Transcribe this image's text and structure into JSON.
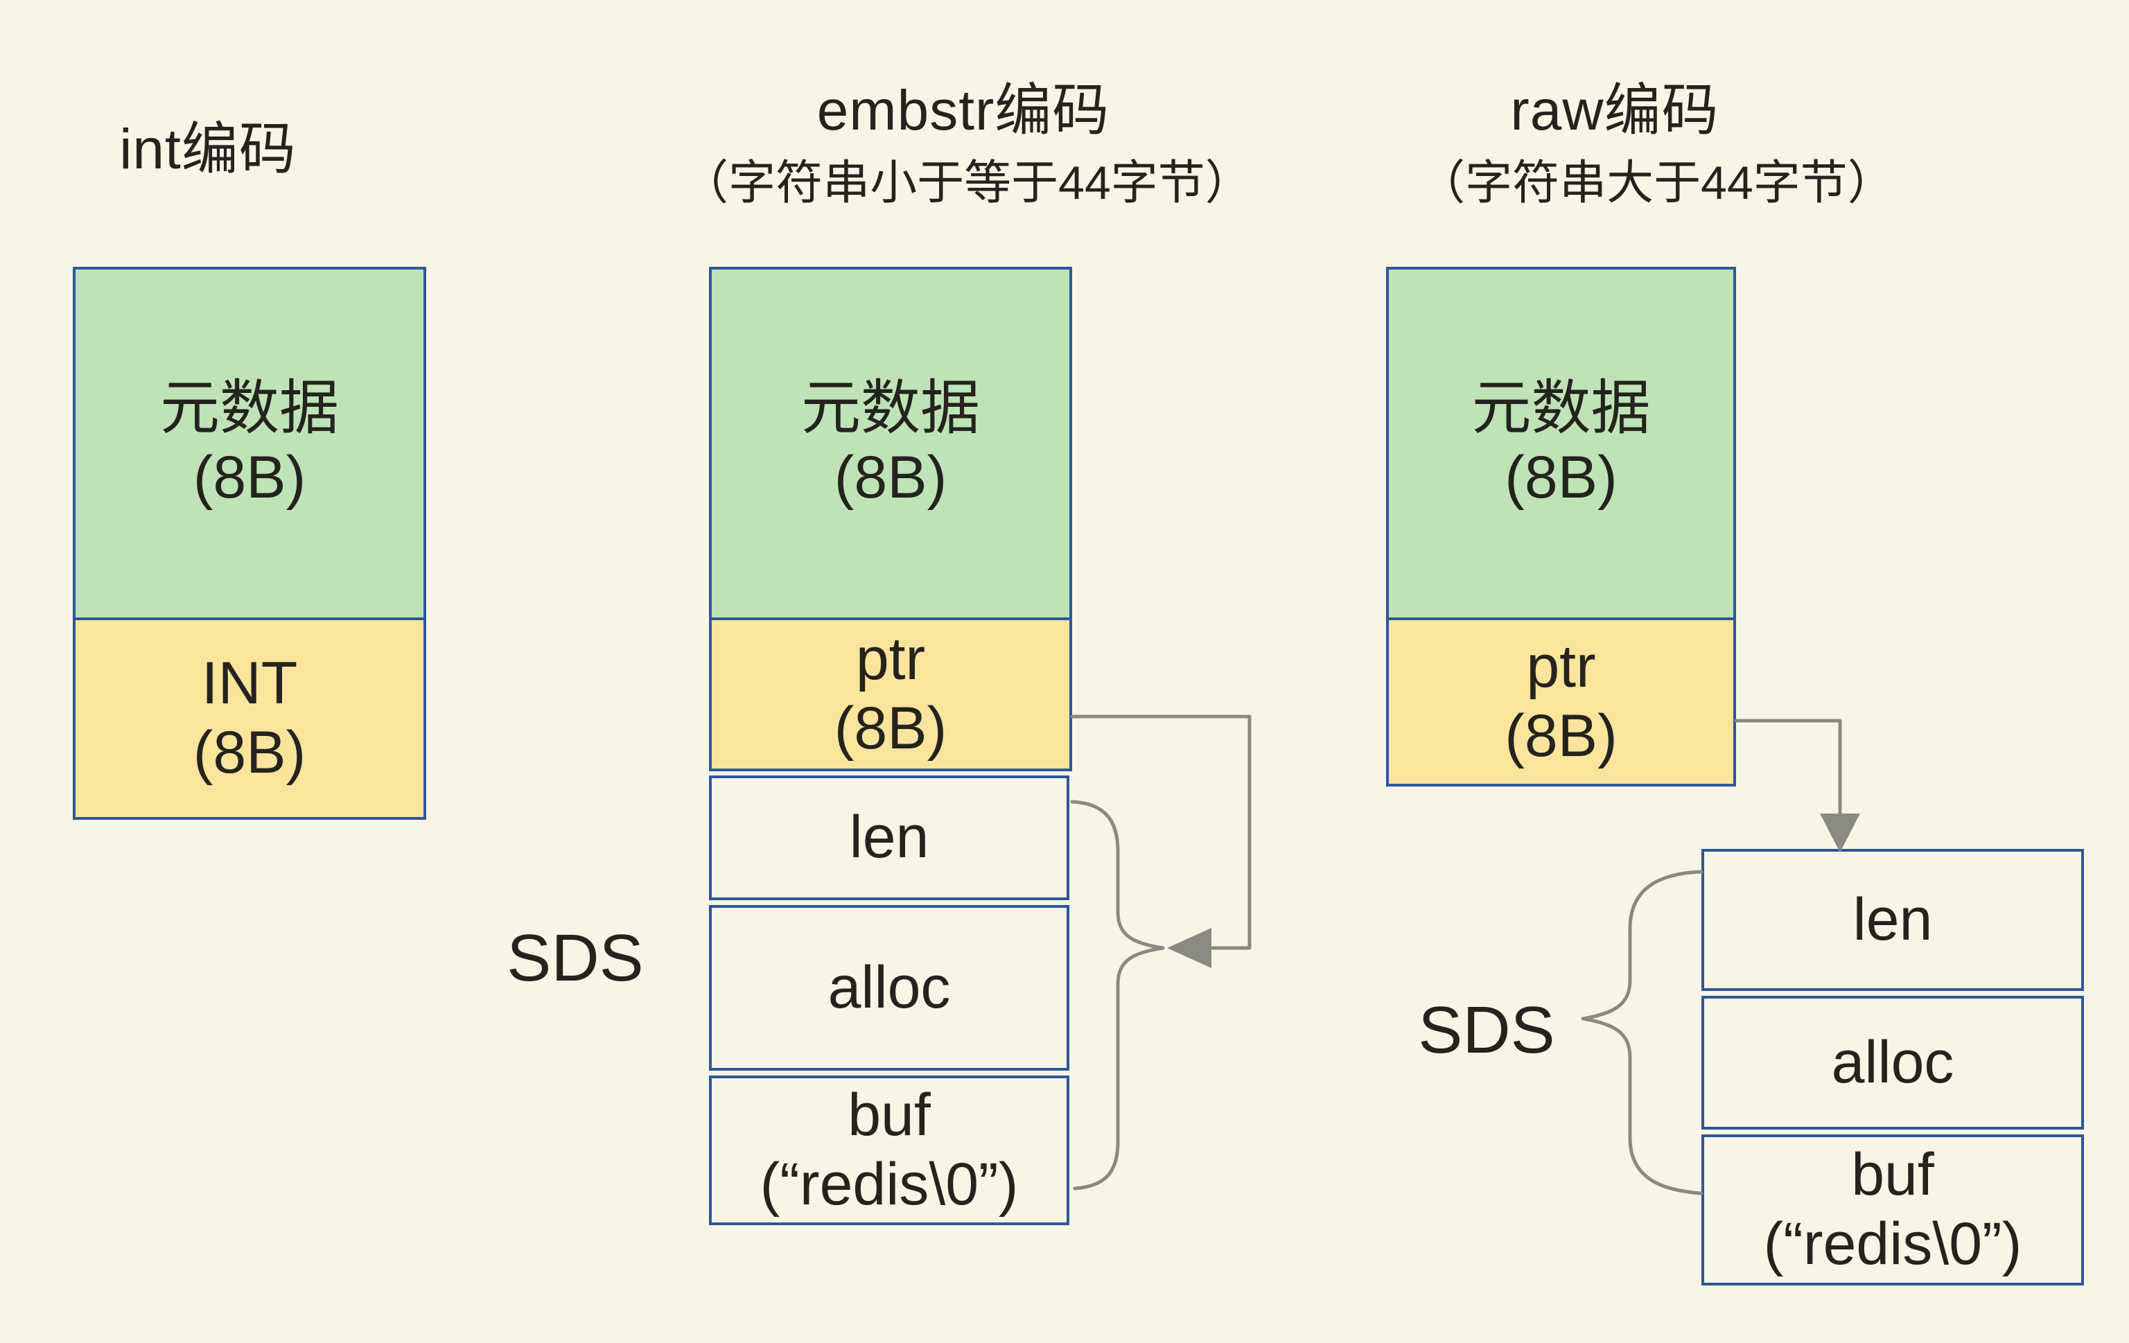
{
  "colors": {
    "background": "#f8f5e6",
    "border": "#2d579a",
    "green_fill": "#bfe2b6",
    "yellow_fill": "#fce49c",
    "plain_fill": "#f8f5e6",
    "connector": "#8b8a82",
    "text": "#24231e"
  },
  "int_column": {
    "title": "int编码",
    "metadata_cell": {
      "name": "元数据",
      "size": "(8B)"
    },
    "value_cell": {
      "name": "INT",
      "size": "(8B)"
    }
  },
  "embstr_column": {
    "title": "embstr编码",
    "subtitle": "（字符串小于等于44字节）",
    "metadata_cell": {
      "name": "元数据",
      "size": "(8B)"
    },
    "ptr_cell": {
      "name": "ptr",
      "size": "(8B)"
    },
    "sds_label": "SDS",
    "len_cell": "len",
    "alloc_cell": "alloc",
    "buf_cell": {
      "name": "buf",
      "value": "(“redis\\0”)"
    }
  },
  "raw_column": {
    "title": "raw编码",
    "subtitle": "（字符串大于44字节）",
    "metadata_cell": {
      "name": "元数据",
      "size": "(8B)"
    },
    "ptr_cell": {
      "name": "ptr",
      "size": "(8B)"
    },
    "sds_label": "SDS",
    "len_cell": "len",
    "alloc_cell": "alloc",
    "buf_cell": {
      "name": "buf",
      "value": "(“redis\\0”)"
    }
  }
}
